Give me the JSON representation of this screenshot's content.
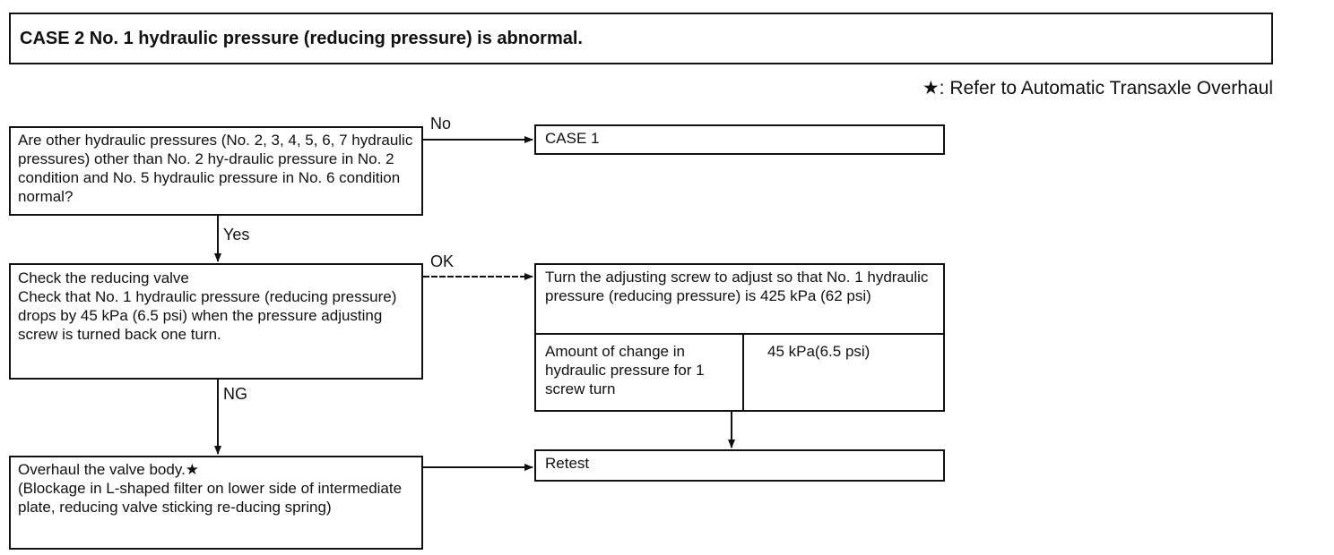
{
  "title": "CASE 2 No. 1 hydraulic pressure (reducing pressure) is abnormal.",
  "note": "★:  Refer to Automatic Transaxle Overhaul",
  "boxes": {
    "q1": "Are other hydraulic pressures (No. 2, 3, 4, 5, 6, 7 hydraulic pressures) other than No. 2 hy-draulic pressure in No. 2 condition and No. 5 hydraulic pressure in No. 6 condition normal?",
    "case1": "CASE 1",
    "check_title": "Check the reducing valve",
    "check_body": "Check that No. 1 hydraulic pressure (reducing pressure) drops by 45 kPa (6.5 psi) when the pressure adjusting screw is turned back one turn.",
    "adjust": "Turn the adjusting screw to adjust so that No. 1 hydraulic pressure (reducing pressure) is 425 kPa  (62 psi)",
    "adjust_label": "Amount of change in hydraulic pressure for 1 screw turn",
    "adjust_value": "45  kPa(6.5  psi)",
    "overhaul_title": "Overhaul the valve body.★",
    "overhaul_body": "(Blockage in L-shaped filter on lower side of intermediate plate, reducing valve sticking re-ducing spring)",
    "retest": "Retest"
  },
  "labels": {
    "no": "No",
    "yes": "Yes",
    "ok": "OK",
    "ng": "NG"
  }
}
